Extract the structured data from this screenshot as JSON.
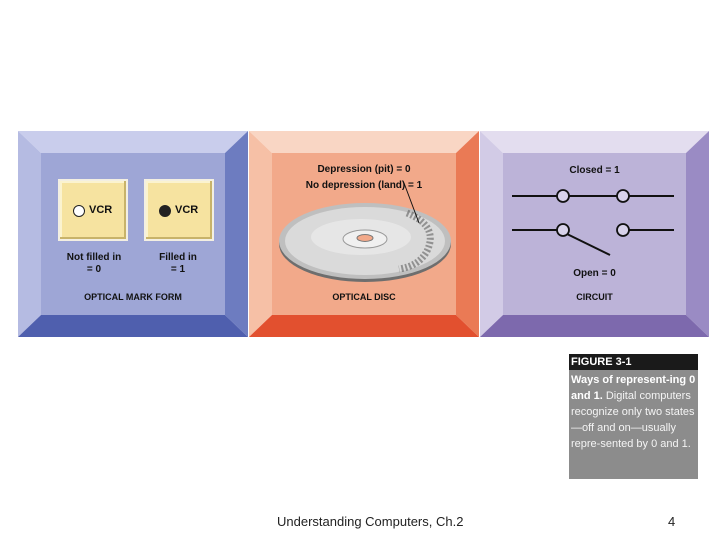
{
  "panels": {
    "optical_mark": {
      "box1_label": "VCR",
      "box2_label": "VCR",
      "not_filled_line1": "Not filled in",
      "not_filled_line2": "= 0",
      "filled_line1": "Filled in",
      "filled_line2": "= 1",
      "title": "OPTICAL MARK FORM",
      "colors": {
        "face": "#9ea6d6",
        "rim": "#c3c8e8",
        "bottom": "#4f5fae"
      }
    },
    "optical_disc": {
      "line1": "Depression (pit) = 0",
      "line2": "No depression (land) = 1",
      "title": "OPTICAL DISC",
      "colors": {
        "face": "#f2a98a",
        "rim": "#f8cdb8",
        "bottom": "#e2502f"
      }
    },
    "circuit": {
      "closed_label": "Closed = 1",
      "open_label": "Open = 0",
      "title": "CIRCUIT",
      "colors": {
        "face": "#bcb3d8",
        "rim": "#ddd6ec",
        "bottom": "#7d69ad"
      }
    }
  },
  "caption": {
    "heading": "FIGURE 3-1",
    "bold_text": "Ways of represent-ing 0 and 1.",
    "text": "Digital computers recognize only two states—off and on—usually repre-sented by 0 and 1."
  },
  "footer": {
    "title": "Understanding Computers, Ch.2",
    "page": "4"
  }
}
